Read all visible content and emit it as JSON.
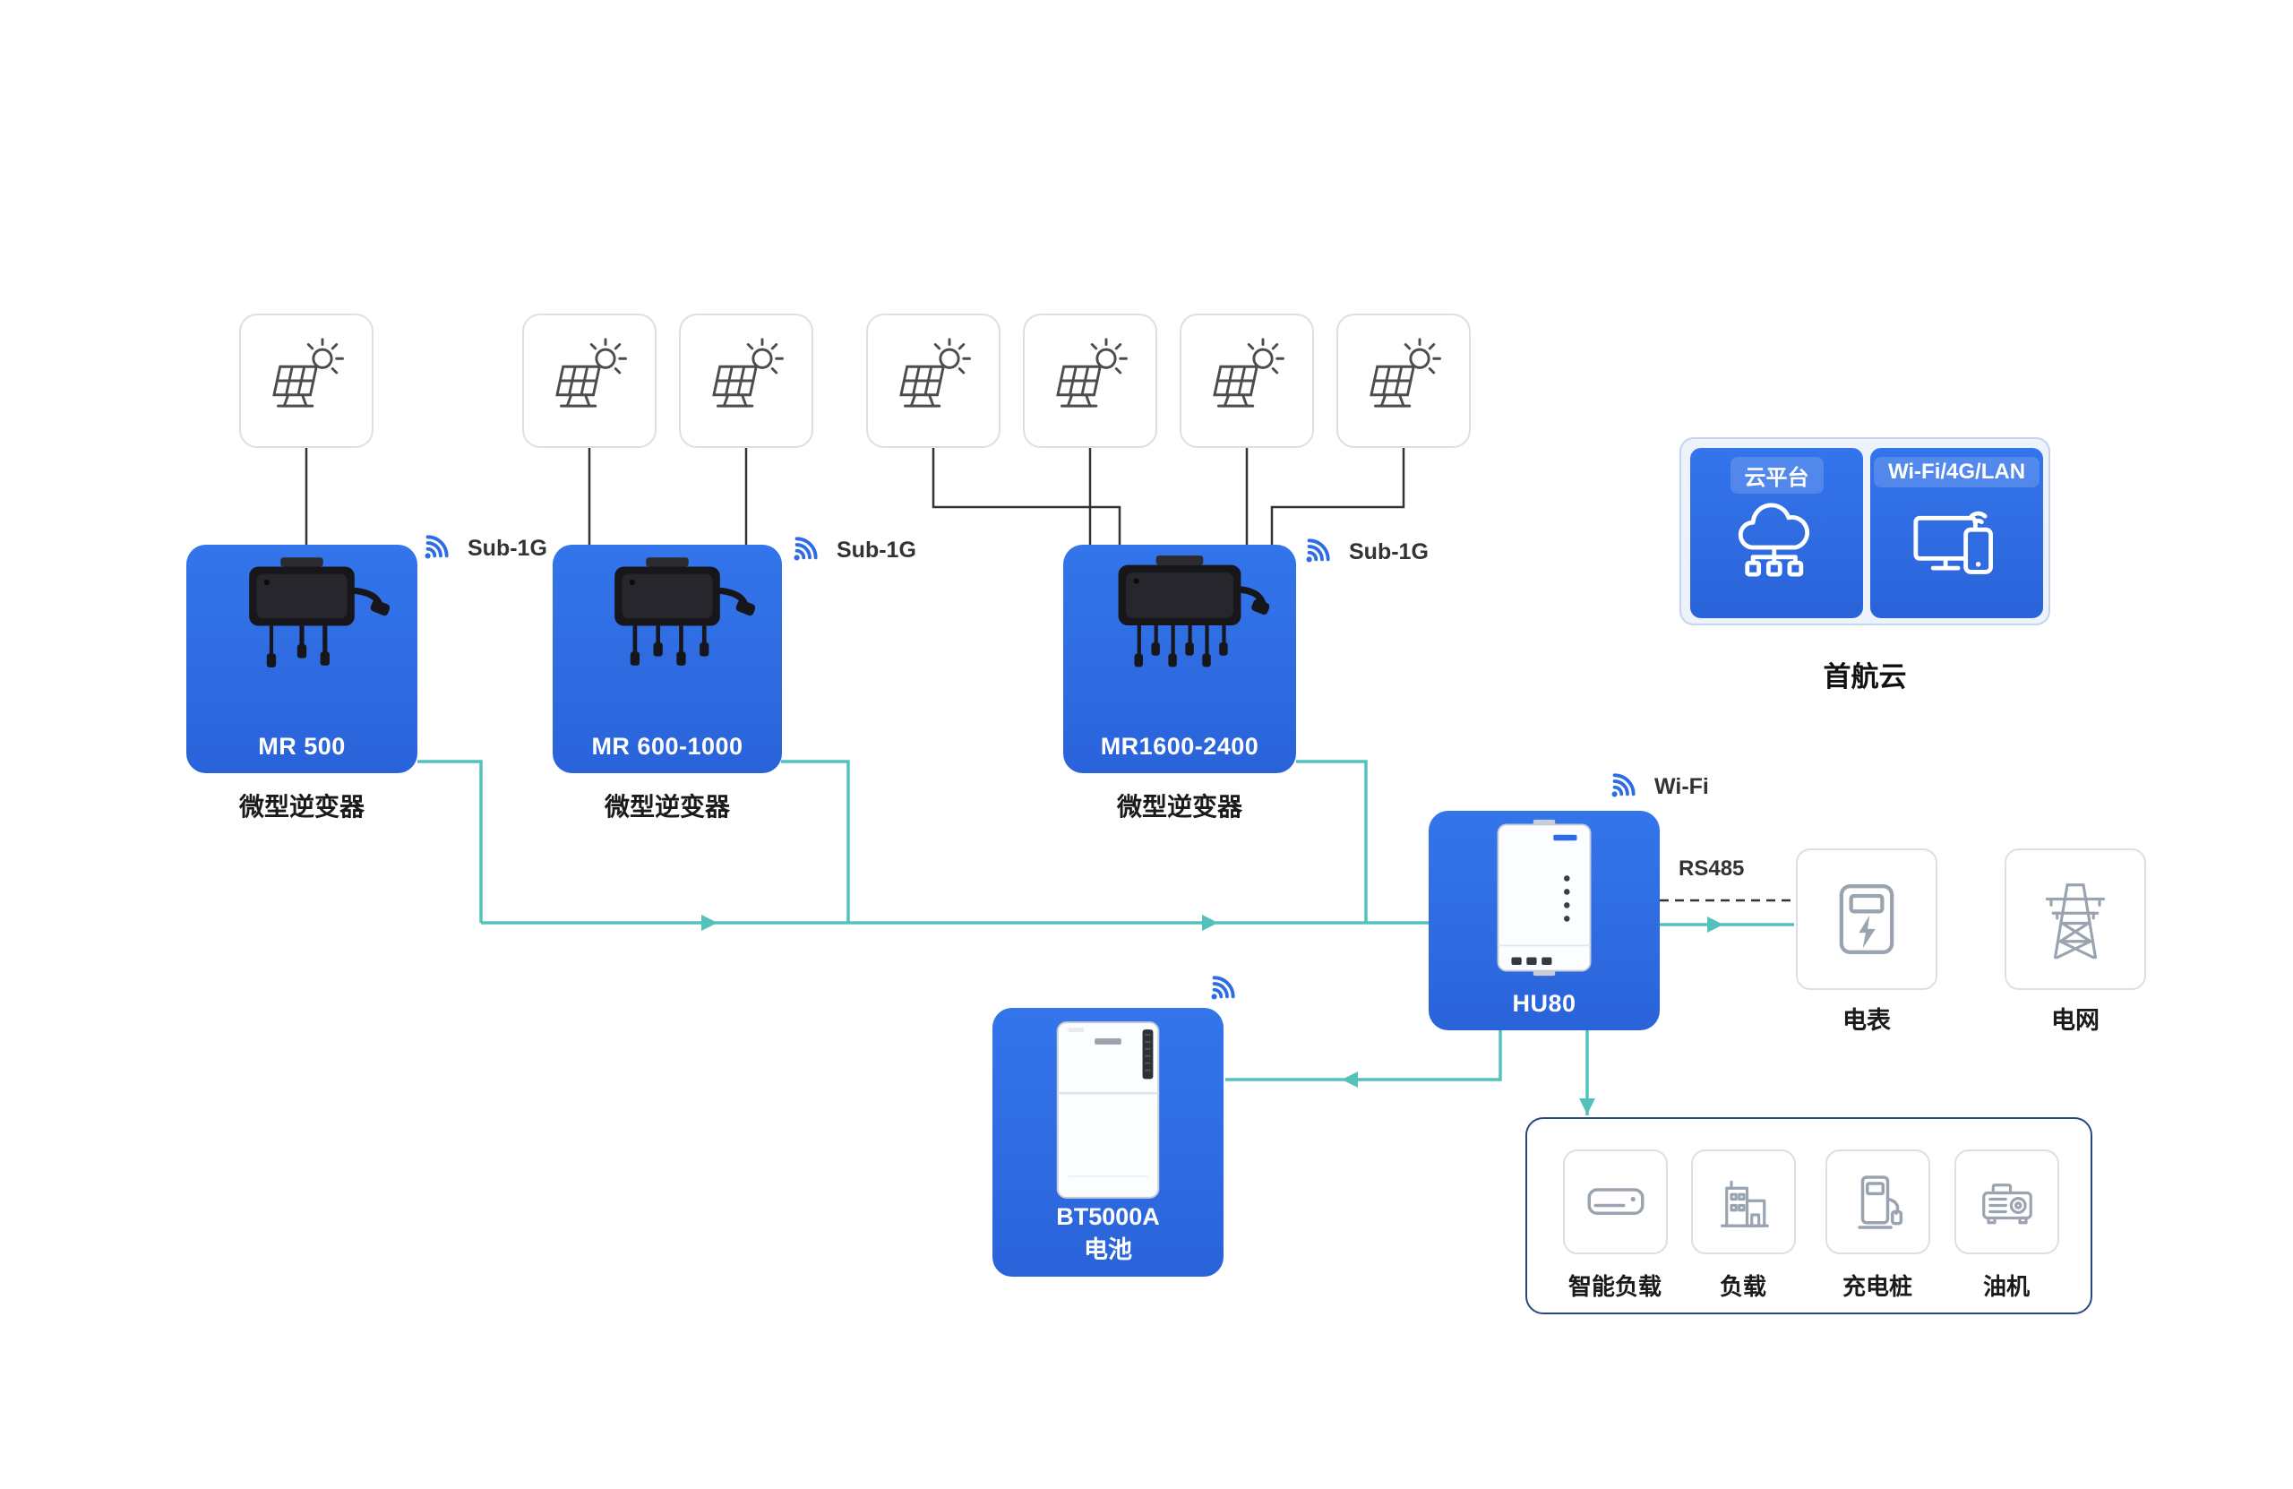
{
  "colors": {
    "blue": "#2E6CE4",
    "teal": "#53C2BD"
  },
  "inverters": [
    {
      "name": "MR 500",
      "type_label": "微型逆变器",
      "radio_label": "Sub-1G"
    },
    {
      "name": "MR 600-1000",
      "type_label": "微型逆变器",
      "radio_label": "Sub-1G"
    },
    {
      "name": "MR1600-2400",
      "type_label": "微型逆变器",
      "radio_label": "Sub-1G"
    }
  ],
  "cloud": {
    "platform_label": "云平台",
    "connect_label": "Wi-Fi/4G/LAN",
    "name": "首航云"
  },
  "hub": {
    "name": "HU80",
    "radio_label": "Wi-Fi",
    "rs485_label": "RS485"
  },
  "battery": {
    "name": "BT5000A",
    "type_label": "电池"
  },
  "meter_label": "电表",
  "grid_label": "电网",
  "loads": [
    {
      "label": "智能负载"
    },
    {
      "label": "负载"
    },
    {
      "label": "充电桩"
    },
    {
      "label": "油机"
    }
  ]
}
